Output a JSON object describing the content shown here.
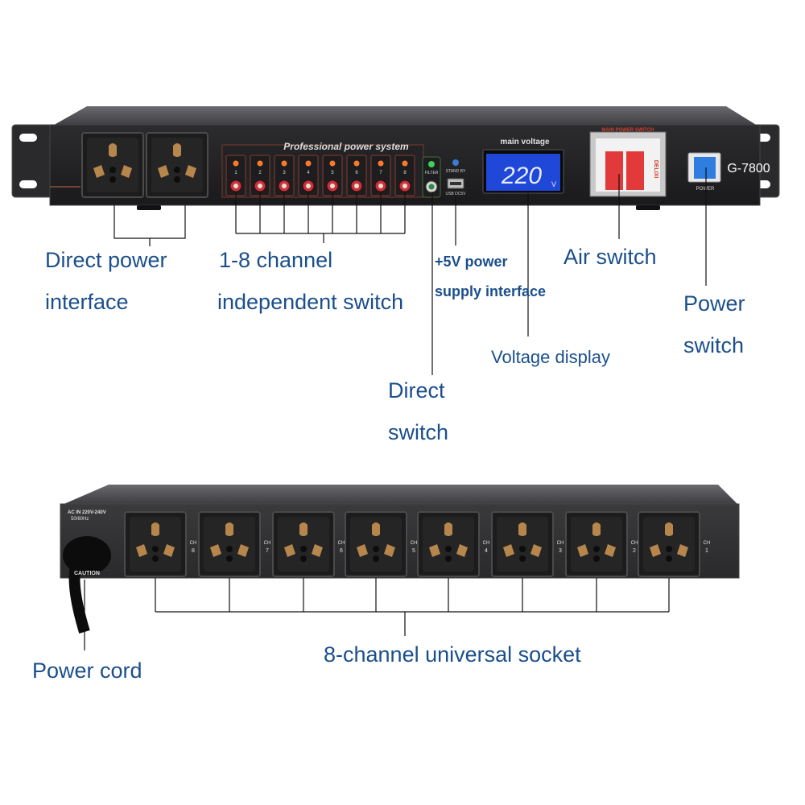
{
  "front_panel": {
    "title": "Professional power system",
    "model": "G-7800",
    "voltage_title": "main voltage",
    "voltage_value": "220",
    "voltage_unit": "V",
    "breaker_label": "MAIN POWER SWITCH",
    "breaker_brand": "DELIXI",
    "power_button_label": "POWER",
    "standby_label": "STAND BY",
    "usb_label": "USB DC5V",
    "filter_label": "FILTER",
    "channel_numbers": [
      "1",
      "2",
      "3",
      "4",
      "5",
      "6",
      "7",
      "8"
    ]
  },
  "rear_panel": {
    "ac_in_line1": "AC IN 220V-240V",
    "ac_in_line2": "50/60Hz",
    "caution_label": "CAUTION",
    "channel_labels": [
      "CH 8",
      "CH 7",
      "CH 6",
      "CH 5",
      "CH 4",
      "CH 3",
      "CH 2",
      "CH 1"
    ]
  },
  "callouts": {
    "direct_power_line1": "Direct power",
    "direct_power_line2": "interface",
    "channel_switch_line1": "1-8 channel",
    "channel_switch_line2": "independent switch",
    "usb_line1": "+5V power",
    "usb_line2": "supply interface",
    "air_switch": "Air switch",
    "power_switch_line1": "Power",
    "power_switch_line2": "switch",
    "voltage_display": "Voltage display",
    "direct_switch_line1": "Direct",
    "direct_switch_line2": "switch",
    "power_cord": "Power cord",
    "universal_socket": "8-channel universal socket"
  }
}
